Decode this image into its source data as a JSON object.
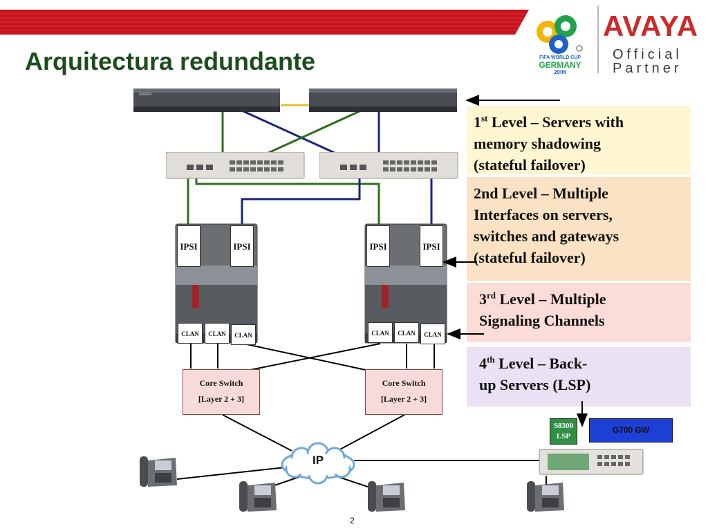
{
  "slide": {
    "title": "Arquitectura redundante",
    "page_number": "2"
  },
  "logos": {
    "avaya": "AVAYA",
    "official": "Official",
    "partner": "Partner",
    "fifa_line1": "FIFA WORLD CUP",
    "fifa_line2": "GERMANY",
    "fifa_year": "2006",
    "server_brand": "AVAYA"
  },
  "levels": [
    {
      "line1_num": "1",
      "line1_sup": "st",
      "line1_rest": " Level – Servers with",
      "line2": "memory shadowing",
      "line3": "(stateful failover)"
    },
    {
      "line1": "2nd Level – Multiple",
      "line2": "Interfaces on servers,",
      "line3": "switches and gateways",
      "line4": "(stateful failover)"
    },
    {
      "line1_num": "3",
      "line1_sup": "rd",
      "line1_rest": " Level – Multiple",
      "line2": "Signaling Channels"
    },
    {
      "line1_num": "4",
      "line1_sup": "th",
      "line1_rest": " Level – Back-",
      "line2": "up Servers (LSP)"
    }
  ],
  "labels": {
    "ipsi": "IPSI",
    "clan": "CLAN",
    "core_switch": "Core Switch",
    "layer": "[Layer 2 + 3]",
    "ip": "IP",
    "s8300_line1": "S8300",
    "s8300_line2": "LSP",
    "g700": "G700 GW"
  },
  "colors": {
    "title": "#1d4d1d",
    "green_link": "#2e6e1a",
    "blue_link": "#1a237e",
    "sync_link": "#e0c030",
    "banner_red": "#c8141e",
    "avaya_red": "#cc2a2a",
    "s8300_green": "#2f8f45",
    "g700_blue": "#1e3fd6"
  }
}
